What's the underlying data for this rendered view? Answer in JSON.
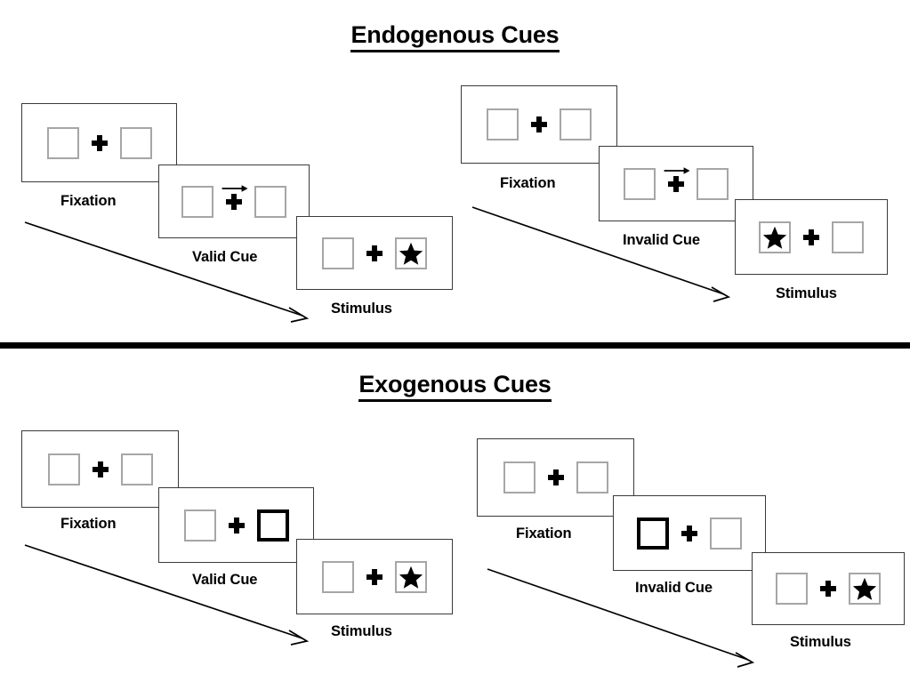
{
  "figure": {
    "title_top": "Endogenous Cues",
    "title_bottom": "Exogenous Cues"
  },
  "sections": [
    {
      "id": "endogenous",
      "title": "Endogenous Cues",
      "conditions": [
        {
          "id": "endogenous-valid",
          "frames": [
            {
              "label": "Fixation",
              "cue_type": "none",
              "left_box": "empty",
              "right_box": "empty",
              "arrow": "none"
            },
            {
              "label": "Valid Cue",
              "cue_type": "arrow",
              "left_box": "empty",
              "right_box": "empty",
              "arrow": "right"
            },
            {
              "label": "Stimulus",
              "cue_type": "none",
              "left_box": "empty",
              "right_box": "star",
              "arrow": "none"
            }
          ]
        },
        {
          "id": "endogenous-invalid",
          "frames": [
            {
              "label": "Fixation",
              "cue_type": "none",
              "left_box": "empty",
              "right_box": "empty",
              "arrow": "none"
            },
            {
              "label": "Invalid Cue",
              "cue_type": "arrow",
              "left_box": "empty",
              "right_box": "empty",
              "arrow": "right"
            },
            {
              "label": "Stimulus",
              "cue_type": "none",
              "left_box": "star",
              "right_box": "empty",
              "arrow": "none"
            }
          ]
        }
      ]
    },
    {
      "id": "exogenous",
      "title": "Exogenous Cues",
      "conditions": [
        {
          "id": "exogenous-valid",
          "frames": [
            {
              "label": "Fixation",
              "cue_type": "none",
              "left_box": "empty",
              "right_box": "empty",
              "arrow": "none"
            },
            {
              "label": "Valid Cue",
              "cue_type": "box-highlight-right",
              "left_box": "empty",
              "right_box": "cued",
              "arrow": "none"
            },
            {
              "label": "Stimulus",
              "cue_type": "none",
              "left_box": "empty",
              "right_box": "star",
              "arrow": "none"
            }
          ]
        },
        {
          "id": "exogenous-invalid",
          "frames": [
            {
              "label": "Fixation",
              "cue_type": "none",
              "left_box": "empty",
              "right_box": "empty",
              "arrow": "none"
            },
            {
              "label": "Invalid Cue",
              "cue_type": "box-highlight-left",
              "left_box": "cued",
              "right_box": "empty",
              "arrow": "none"
            },
            {
              "label": "Stimulus",
              "cue_type": "none",
              "left_box": "empty",
              "right_box": "star",
              "arrow": "none"
            }
          ]
        }
      ]
    }
  ],
  "colors": {
    "box_outline": "#a6a6a6",
    "box_outline_cued": "#000000",
    "frame_outline": "#3a3a3a",
    "ink": "#000000",
    "background": "#ffffff",
    "divider": "#000000"
  }
}
